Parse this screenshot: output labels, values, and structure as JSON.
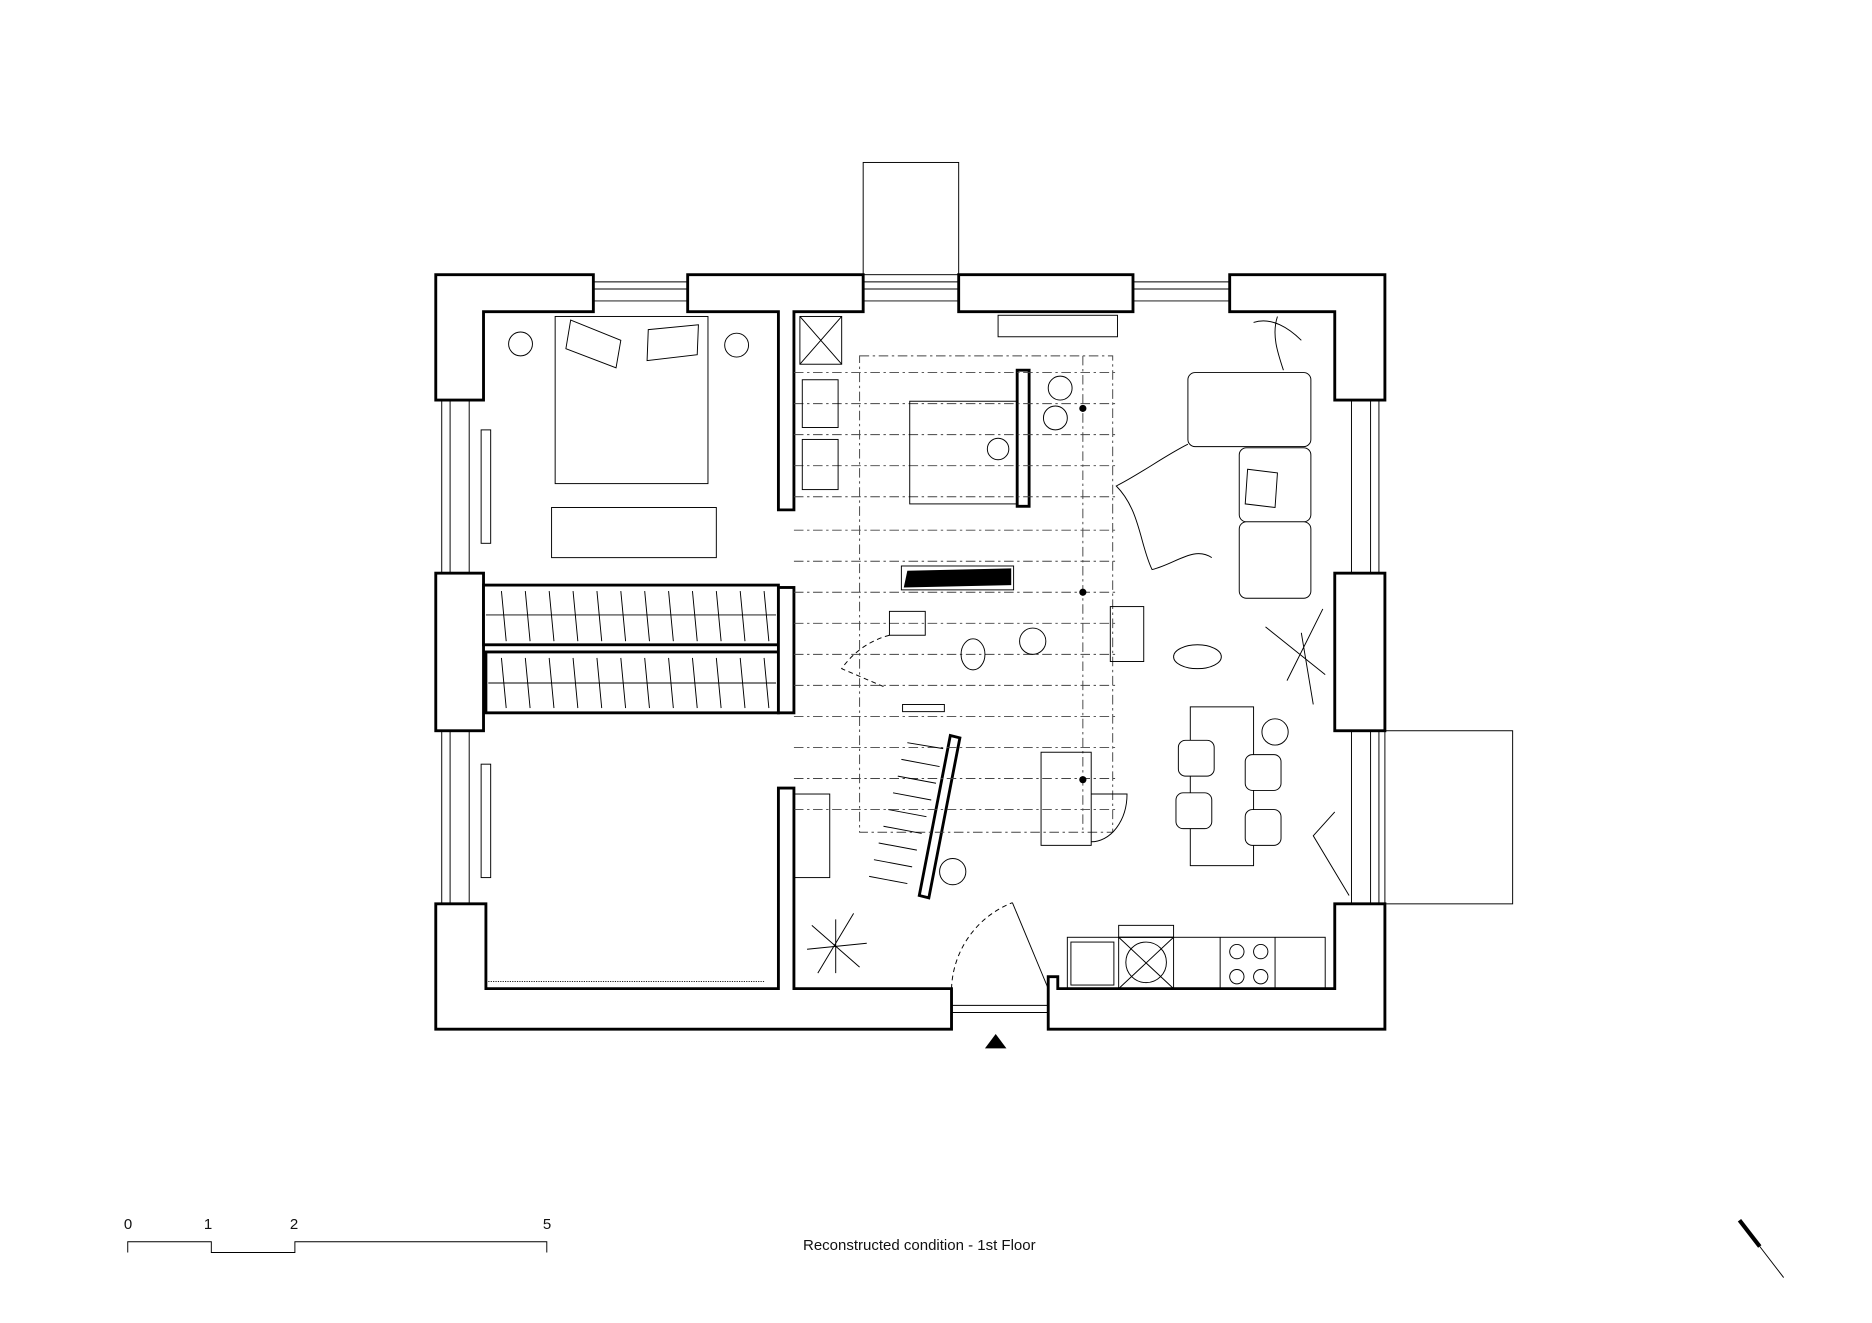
{
  "drawing": {
    "title": "Reconstructed condition - 1st Floor"
  },
  "scale_bar": {
    "labels": [
      "0",
      "1",
      "2",
      "5"
    ]
  },
  "colors": {
    "ink": "#000000",
    "paper": "#ffffff"
  }
}
